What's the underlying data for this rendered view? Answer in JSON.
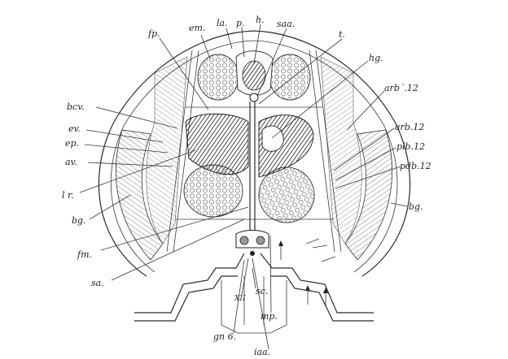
{
  "labels": {
    "fp": "fp.",
    "em": "em.",
    "la": "la.",
    "p": "p.",
    "h": "h.",
    "saa": "saa.",
    "t": "t.",
    "hg": "hg.",
    "arb_prime_12": "arb´.12",
    "arb12": "arb.12",
    "plb12": "plb.12",
    "pdb12": "pdb.12",
    "bg_right": "bg.",
    "bcv": "bcv.",
    "ev": "ev.",
    "ep": "ep.",
    "av": "av.",
    "lr": "l r.",
    "bg_left": "bg.",
    "fm": "fm.",
    "sa": "sa.",
    "sc": "sc.",
    "mp": "mp.",
    "XII": "XII",
    "gn6": "gn 6.",
    "iaa": "iaa."
  }
}
